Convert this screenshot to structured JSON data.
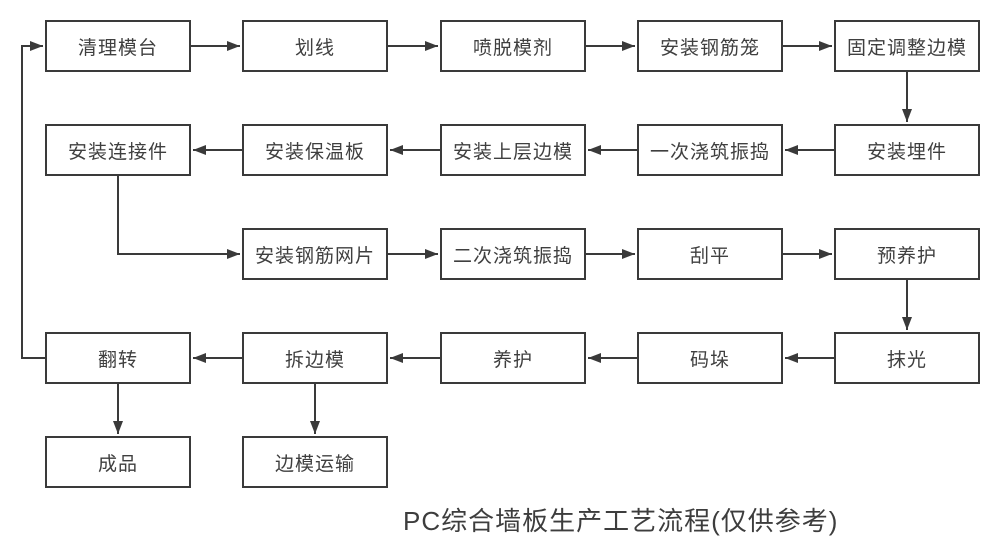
{
  "title": "PC综合墙板生产工艺流程(仅供参考)",
  "colors": {
    "line": "#3a3a3a",
    "text": "#3f3f3f",
    "background": "#ffffff"
  },
  "nodes": {
    "clean_mold_table": "清理模台",
    "marking": "划线",
    "spray_release_agent": "喷脱模剂",
    "install_rebar_cage": "安装钢筋笼",
    "fix_adjust_side_mold": "固定调整边模",
    "install_embedded_parts": "安装埋件",
    "first_pour_vibrate": "一次浇筑振捣",
    "install_upper_side_mold": "安装上层边模",
    "install_insulation_board": "安装保温板",
    "install_connectors": "安装连接件",
    "install_rebar_mesh": "安装钢筋网片",
    "second_pour_vibrate": "二次浇筑振捣",
    "screed": "刮平",
    "pre_curing": "预养护",
    "trowel_polish": "抹光",
    "stacking": "码垛",
    "curing": "养护",
    "remove_side_mold": "拆边模",
    "flip": "翻转",
    "finished_product": "成品",
    "side_mold_transport": "边模运输"
  },
  "edges": [
    {
      "from": "清理模台",
      "to": "划线"
    },
    {
      "from": "划线",
      "to": "喷脱模剂"
    },
    {
      "from": "喷脱模剂",
      "to": "安装钢筋笼"
    },
    {
      "from": "安装钢筋笼",
      "to": "固定调整边模"
    },
    {
      "from": "固定调整边模",
      "to": "安装埋件"
    },
    {
      "from": "安装埋件",
      "to": "一次浇筑振捣"
    },
    {
      "from": "一次浇筑振捣",
      "to": "安装上层边模"
    },
    {
      "from": "安装上层边模",
      "to": "安装保温板"
    },
    {
      "from": "安装保温板",
      "to": "安装连接件"
    },
    {
      "from": "安装连接件",
      "to": "安装钢筋网片"
    },
    {
      "from": "安装钢筋网片",
      "to": "二次浇筑振捣"
    },
    {
      "from": "二次浇筑振捣",
      "to": "刮平"
    },
    {
      "from": "刮平",
      "to": "预养护"
    },
    {
      "from": "预养护",
      "to": "抹光"
    },
    {
      "from": "抹光",
      "to": "码垛"
    },
    {
      "from": "码垛",
      "to": "养护"
    },
    {
      "from": "养护",
      "to": "拆边模"
    },
    {
      "from": "拆边模",
      "to": "翻转"
    },
    {
      "from": "翻转",
      "to": "成品"
    },
    {
      "from": "拆边模",
      "to": "边模运输"
    },
    {
      "from": "翻转",
      "to": "清理模台"
    }
  ]
}
